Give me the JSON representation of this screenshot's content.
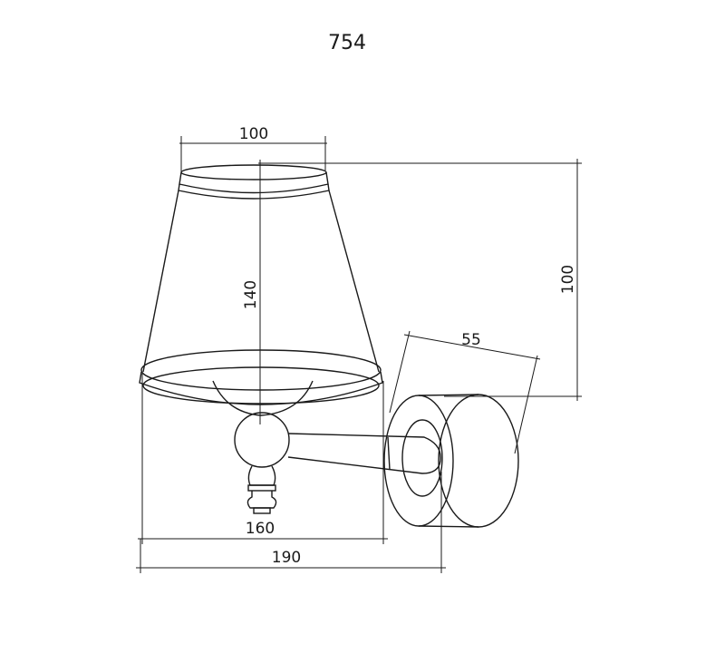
{
  "title": "754",
  "dimensions": {
    "shade_top_width": "100",
    "shade_height": "140",
    "overall_height": "100",
    "wall_plate_depth": "55",
    "shade_bottom_width": "160",
    "overall_width": "190"
  }
}
